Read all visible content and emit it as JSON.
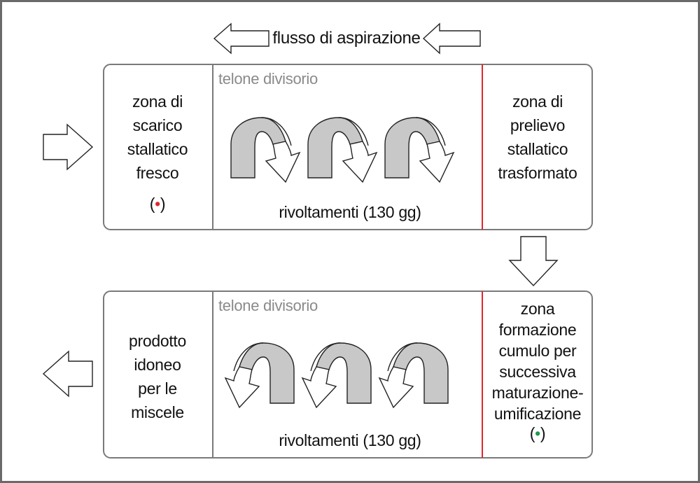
{
  "header": {
    "flow_label": "flusso di aspirazione"
  },
  "top_box": {
    "divider_label": "telone divisorio",
    "left_zone": [
      "zona di",
      "scarico",
      "stallatico",
      "fresco"
    ],
    "left_marker": "(•)",
    "right_zone": [
      "zona di",
      "prelievo",
      "stallatico",
      "trasformato"
    ],
    "turning_label": "rivoltamenti (130 gg)"
  },
  "bottom_box": {
    "divider_label": "telone divisorio",
    "left_zone": [
      "prodotto",
      "idoneo",
      "per le",
      "miscele"
    ],
    "right_zone": [
      "zona",
      "formazione",
      "cumulo per",
      "successiva",
      "maturazione-",
      "umificazione"
    ],
    "right_marker": "(•)",
    "turning_label": "rivoltamenti (130 gg)"
  },
  "colors": {
    "box_border": "#7a7a7a",
    "divider_line": "#7a7a7a",
    "red_divider": "#e0262b",
    "arrow_fill": "#c8c8c8",
    "red_dot": "#e0262b",
    "green_dot": "#1a9a4a",
    "grey_text": "#8a8a8a"
  }
}
